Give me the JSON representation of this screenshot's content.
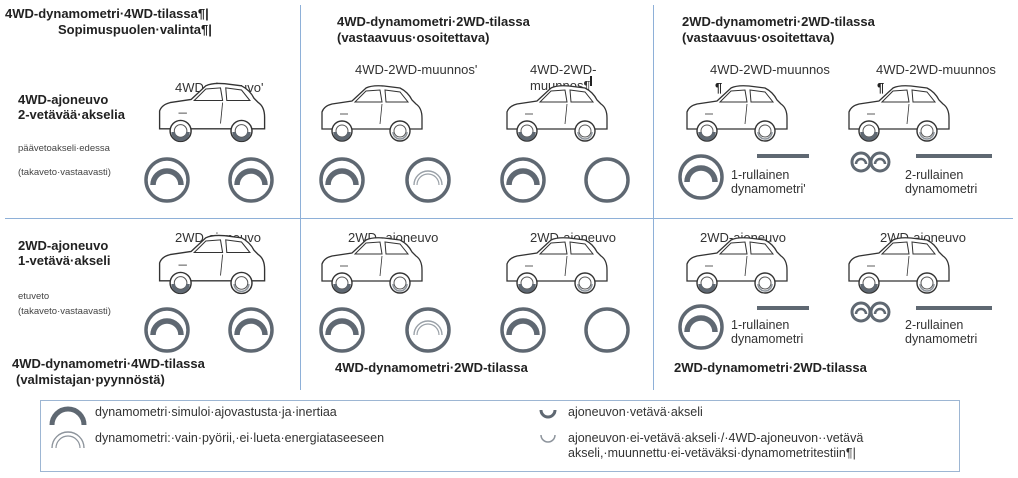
{
  "row1": {
    "col1": {
      "title_1": "4WD-dynamometri·4WD-tilassa¶|",
      "title_2": "Sopimuspuolen·valinta¶|",
      "side_bold_1": "4WD-ajoneuvo",
      "side_bold_2": "2-vetävää·akselia",
      "side_small_1": "päävetoakseli·edessa",
      "side_small_2": "(takaveto·vastaavasti)",
      "vehicle_label": "4WD-ajoneuvo'"
    },
    "col2": {
      "title_1": "4WD-dynamometri·2WD-tilassa",
      "title_2": "(vastaavuus·osoitettava)",
      "car_a_label": "4WD-2WD-muunnos'",
      "car_b_label_1": "4WD-2WD-",
      "car_b_label_2": "muunnos¶"
    },
    "col3": {
      "title_1": "2WD-dynamometri·2WD-tilassa",
      "title_2": "(vastaavuus·osoitettava)",
      "car_a_label": "4WD-2WD-muunnos",
      "car_b_label": "4WD-2WD-muunnos",
      "roller1_label_1": "1-rullainen",
      "roller1_label_2": "dynamometri'",
      "roller2_label_1": "2-rullainen",
      "roller2_label_2": "dynamometri"
    }
  },
  "row2": {
    "col1": {
      "side_bold_1": "2WD-ajoneuvo",
      "side_bold_2": "1-vetävä·akseli",
      "side_small_1": "etuveto",
      "side_small_2": "(takaveto·vastaavasti)",
      "vehicle_label": "2WD-ajoneuvo",
      "caption_1": "4WD-dynamometri·4WD-tilassa",
      "caption_2": "(valmistajan·pyynnöstä)"
    },
    "col2": {
      "car_a_label": "2WD·-ajoneuvo",
      "car_b_label": "2WD-ajoneuvo",
      "caption": "4WD-dynamometri·2WD-tilassa"
    },
    "col3": {
      "car_a_label": "2WD-ajoneuvo",
      "car_b_label": "2WD-ajoneuvo",
      "roller1_label_1": "1-rullainen",
      "roller1_label_2": "dynamometri",
      "roller2_label_1": "2-rullainen",
      "roller2_label_2": "dynamometri",
      "caption": "2WD-dynamometri·2WD-tilassa"
    }
  },
  "legend": {
    "item1": "dynamometri·simuloi·ajovastusta·ja·inertiaa",
    "item2": "dynamometri:·vain·pyörii,·ei·lueta·energiataseeseen",
    "item3": "ajoneuvon·vetävä·akseli",
    "item4_1": "ajoneuvon·ei-vetävä·akseli·/·4WD-ajoneuvon··vetävä",
    "item4_2": "akseli,·muunnettu·ei-vetäväksi·dynamometritestiin¶|"
  },
  "colors": {
    "drum": "#5f6872",
    "divider": "#8eb0d8",
    "car": "#333333"
  }
}
